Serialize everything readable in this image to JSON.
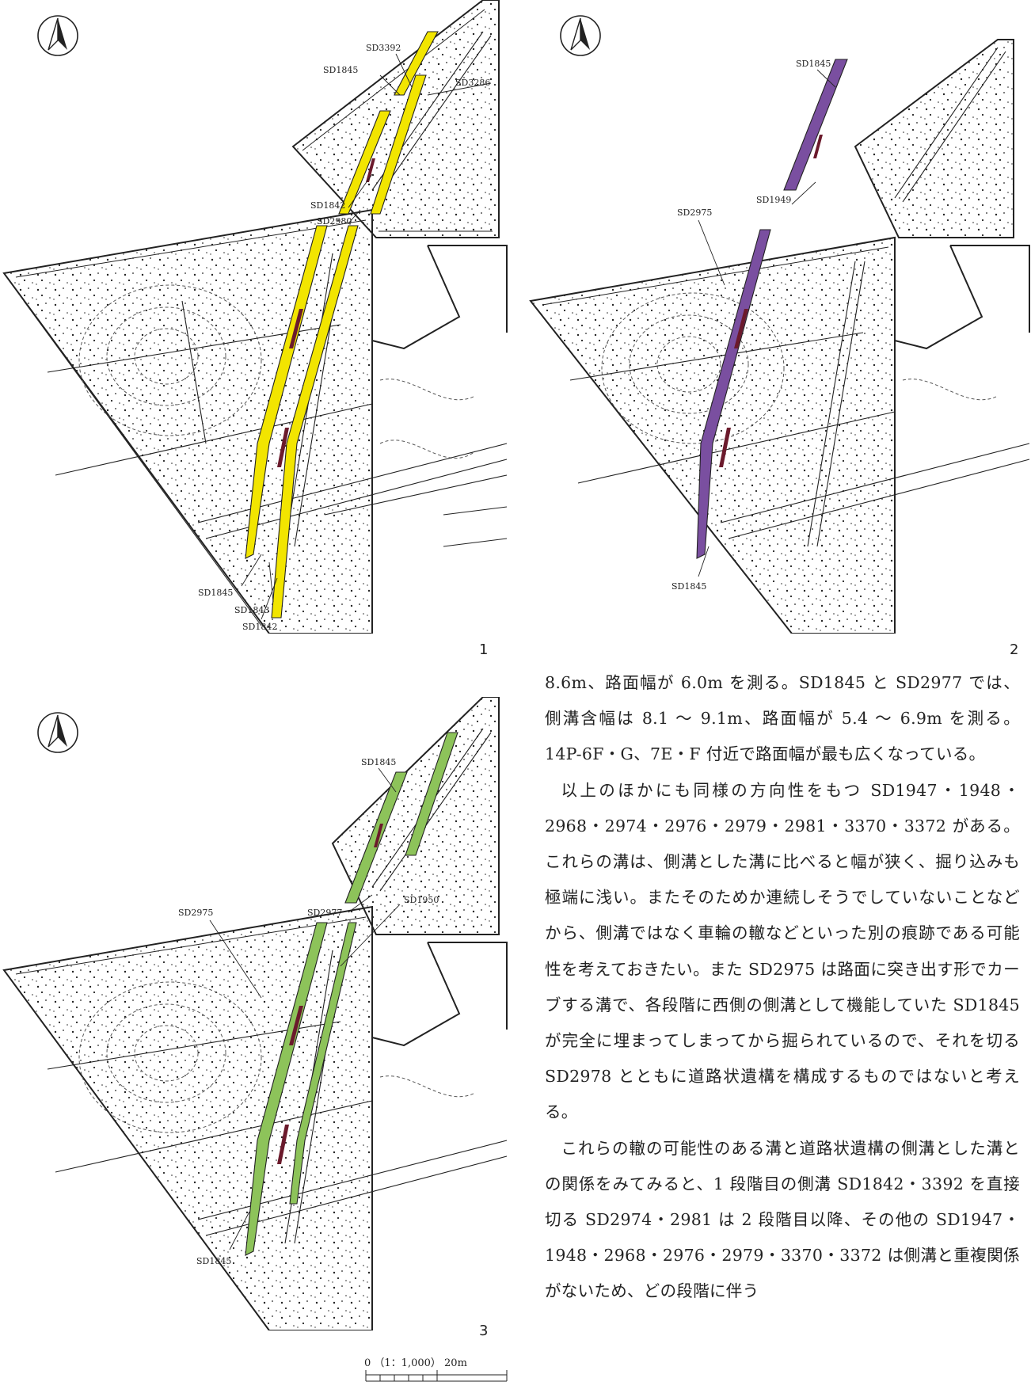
{
  "figures": [
    {
      "number": "1",
      "labels": [
        "SD3392",
        "SD1845",
        "SD3286",
        "SD1842",
        "SD2980",
        "SD1845",
        "SD1843",
        "SD1842"
      ],
      "highlight": "#f2e500"
    },
    {
      "number": "2",
      "labels": [
        "SD1845",
        "SD1949",
        "SD2975",
        "SD1845"
      ],
      "highlight": "#7a4fa0"
    },
    {
      "number": "3",
      "labels": [
        "SD1845",
        "SD2977",
        "SD2975",
        "SD1950",
        "SD1845"
      ],
      "highlight": "#8dc35a"
    }
  ],
  "body_text": {
    "p1": "8.6m、路面幅が 6.0m を測る。SD1845 と SD2977 では、側溝含幅は 8.1 ～ 9.1m、路面幅が 5.4 ～ 6.9m を測る。14P-6F・G、7E・F 付近で路面幅が最も広くなっている。",
    "p2": "以上のほかにも同様の方向性をもつ SD1947・1948・2968・2974・2976・2979・2981・3370・3372 がある。これらの溝は、側溝とした溝に比べると幅が狭く、掘り込みも極端に浅い。またそのためか連続しそうでしていないことなどから、側溝ではなく車輪の轍などといった別の痕跡である可能性を考えておきたい。また SD2975 は路面に突き出す形でカーブする溝で、各段階に西側の側溝として機能していた SD1845 が完全に埋まってしまってから掘られているので、それを切る SD2978 とともに道路状遺構を構成するものではないと考える。",
    "p3": "これらの轍の可能性のある溝と道路状遺構の側溝とした溝との関係をみてみると、1 段階目の側溝 SD1842・3392 を直接切る SD2974・2981 は 2 段階目以降、その他の SD1947・1948・2968・2976・2979・3370・3372 は側溝と重複関係がないため、どの段階に伴う"
  },
  "scale_bar": {
    "label": "0 （1：1,000） 20m"
  },
  "colors": {
    "ink": "#222222",
    "yellow": "#f2e500",
    "purple": "#7a4fa0",
    "green": "#8dc35a",
    "dark_red": "#6b1a2c"
  },
  "icons": [
    "north-arrow-icon"
  ]
}
